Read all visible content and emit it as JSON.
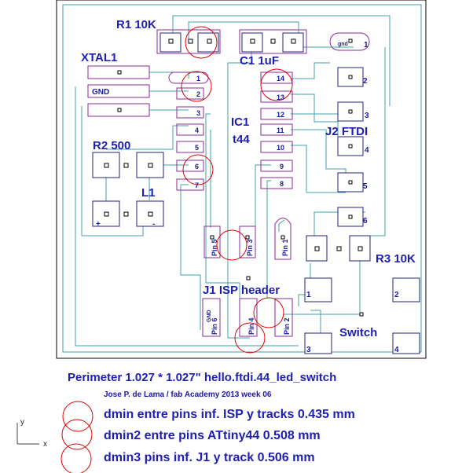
{
  "labels": {
    "r1": "R1 10K",
    "xtal": "XTAL1",
    "c1": "C1 1uF",
    "gnd": "GND",
    "ic1_a": "IC1",
    "ic1_b": "t44",
    "r2": "R2 500",
    "l1": "L1",
    "j2": "J2 FTDI",
    "r3": "R3 10K",
    "j1": "J1 ISP header",
    "switch": "Switch",
    "plus": "+",
    "minus": "-",
    "gnd_small": "gnd"
  },
  "ic_left_pins": [
    "1",
    "2",
    "3",
    "4",
    "5",
    "6",
    "7"
  ],
  "ic_right_pins": [
    "14",
    "13",
    "12",
    "11",
    "10",
    "9",
    "8"
  ],
  "ftdi_pins": [
    "1",
    "2",
    "3",
    "4",
    "5",
    "6"
  ],
  "switch_pins": [
    "1",
    "2",
    "3",
    "4"
  ],
  "isp_pins_top": [
    "Pin 5",
    "Pin 3",
    "Pin 1"
  ],
  "isp_pins_bottom": [
    "Pin 6",
    "Pin 4",
    "Pin 2"
  ],
  "isp_gnd": "GND",
  "perimeter": "Perimeter 1.027 * 1.027\"   hello.ftdi.44_led_switch",
  "author": "Jose P. de Lama / fab Academy 2013 week 06",
  "notes": [
    "dmin entre pins inf. ISP y tracks 0.435 mm",
    "dmin2 entre pins ATtiny44 0.508 mm",
    "dmin3 pins inf. J1 y track 0.506 mm"
  ],
  "axis": {
    "y": "y",
    "x": "x"
  },
  "colors": {
    "text": "#2020b0",
    "pad": "#20207a",
    "package": "#8a2a9a",
    "trace": "#40a0a8",
    "ring": "#dd0000"
  }
}
